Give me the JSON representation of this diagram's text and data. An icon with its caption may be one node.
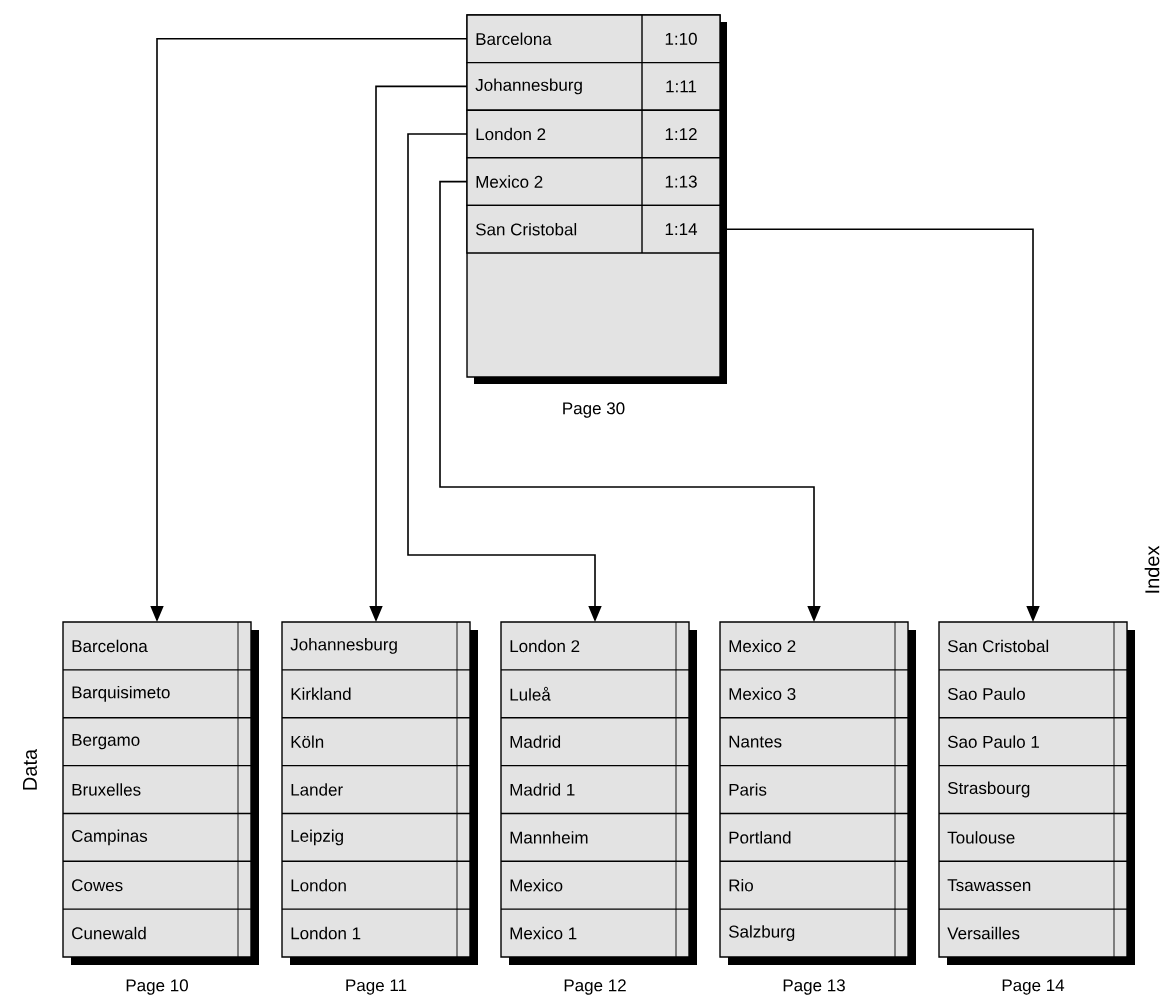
{
  "diagram": {
    "nodes": [
      {
        "text": [],
        "shape": "box",
        "beside": [
          "Page 30"
        ]
      },
      {
        "text": [
          "Barcelona",
          "1:10"
        ],
        "in": 0
      },
      {
        "text": [
          "Johannesburg",
          "1:11"
        ],
        "in": 0
      },
      {
        "text": [
          "London 2",
          "1:12"
        ],
        "in": 0
      },
      {
        "text": [
          "Mexico 2",
          "1:13"
        ],
        "in": 0
      },
      {
        "text": [
          "San Cristobal",
          "1:14"
        ],
        "in": 0
      },
      {
        "text": [
          "Barcelona",
          "Barquisimeto",
          "Bergamo",
          "Bruxelles",
          "Campinas",
          "Cowes",
          "Cunewald"
        ],
        "beside": [
          "Page 10"
        ]
      },
      {
        "text": [
          "Johannesburg",
          "Kirkland",
          "Köln",
          "Lander",
          "Leipzig",
          "London",
          "London 1"
        ],
        "beside": [
          "Page 11"
        ]
      },
      {
        "text": [
          "London 2",
          "Luleå",
          "Madrid",
          "Madrid 1",
          "Mannheim",
          "Mexico",
          "Mexico 1"
        ],
        "beside": [
          "Page 12"
        ]
      },
      {
        "text": [
          "Mexico 2",
          "Mexico 3",
          "Nantes",
          "Paris",
          "Portland",
          "Rio",
          "Salzburg"
        ],
        "beside": [
          "Page 13"
        ]
      },
      {
        "text": [
          "San Cristobal",
          "Sao Paulo",
          "Sao Paulo 1",
          "Strasbourg",
          "Toulouse",
          "Tsawassen",
          "Versailles"
        ],
        "beside": [
          "Page 14"
        ]
      }
    ],
    "edges": [
      {
        "from": 1,
        "to": 6,
        "arrow": "to"
      },
      {
        "from": 2,
        "to": 7,
        "arrow": "to"
      },
      {
        "from": 3,
        "to": 8,
        "arrow": "to"
      },
      {
        "from": 4,
        "to": 9,
        "arrow": "to"
      },
      {
        "from": 5,
        "to": 10,
        "arrow": "to"
      }
    ],
    "labels": [
      "Index",
      "Data"
    ]
  }
}
